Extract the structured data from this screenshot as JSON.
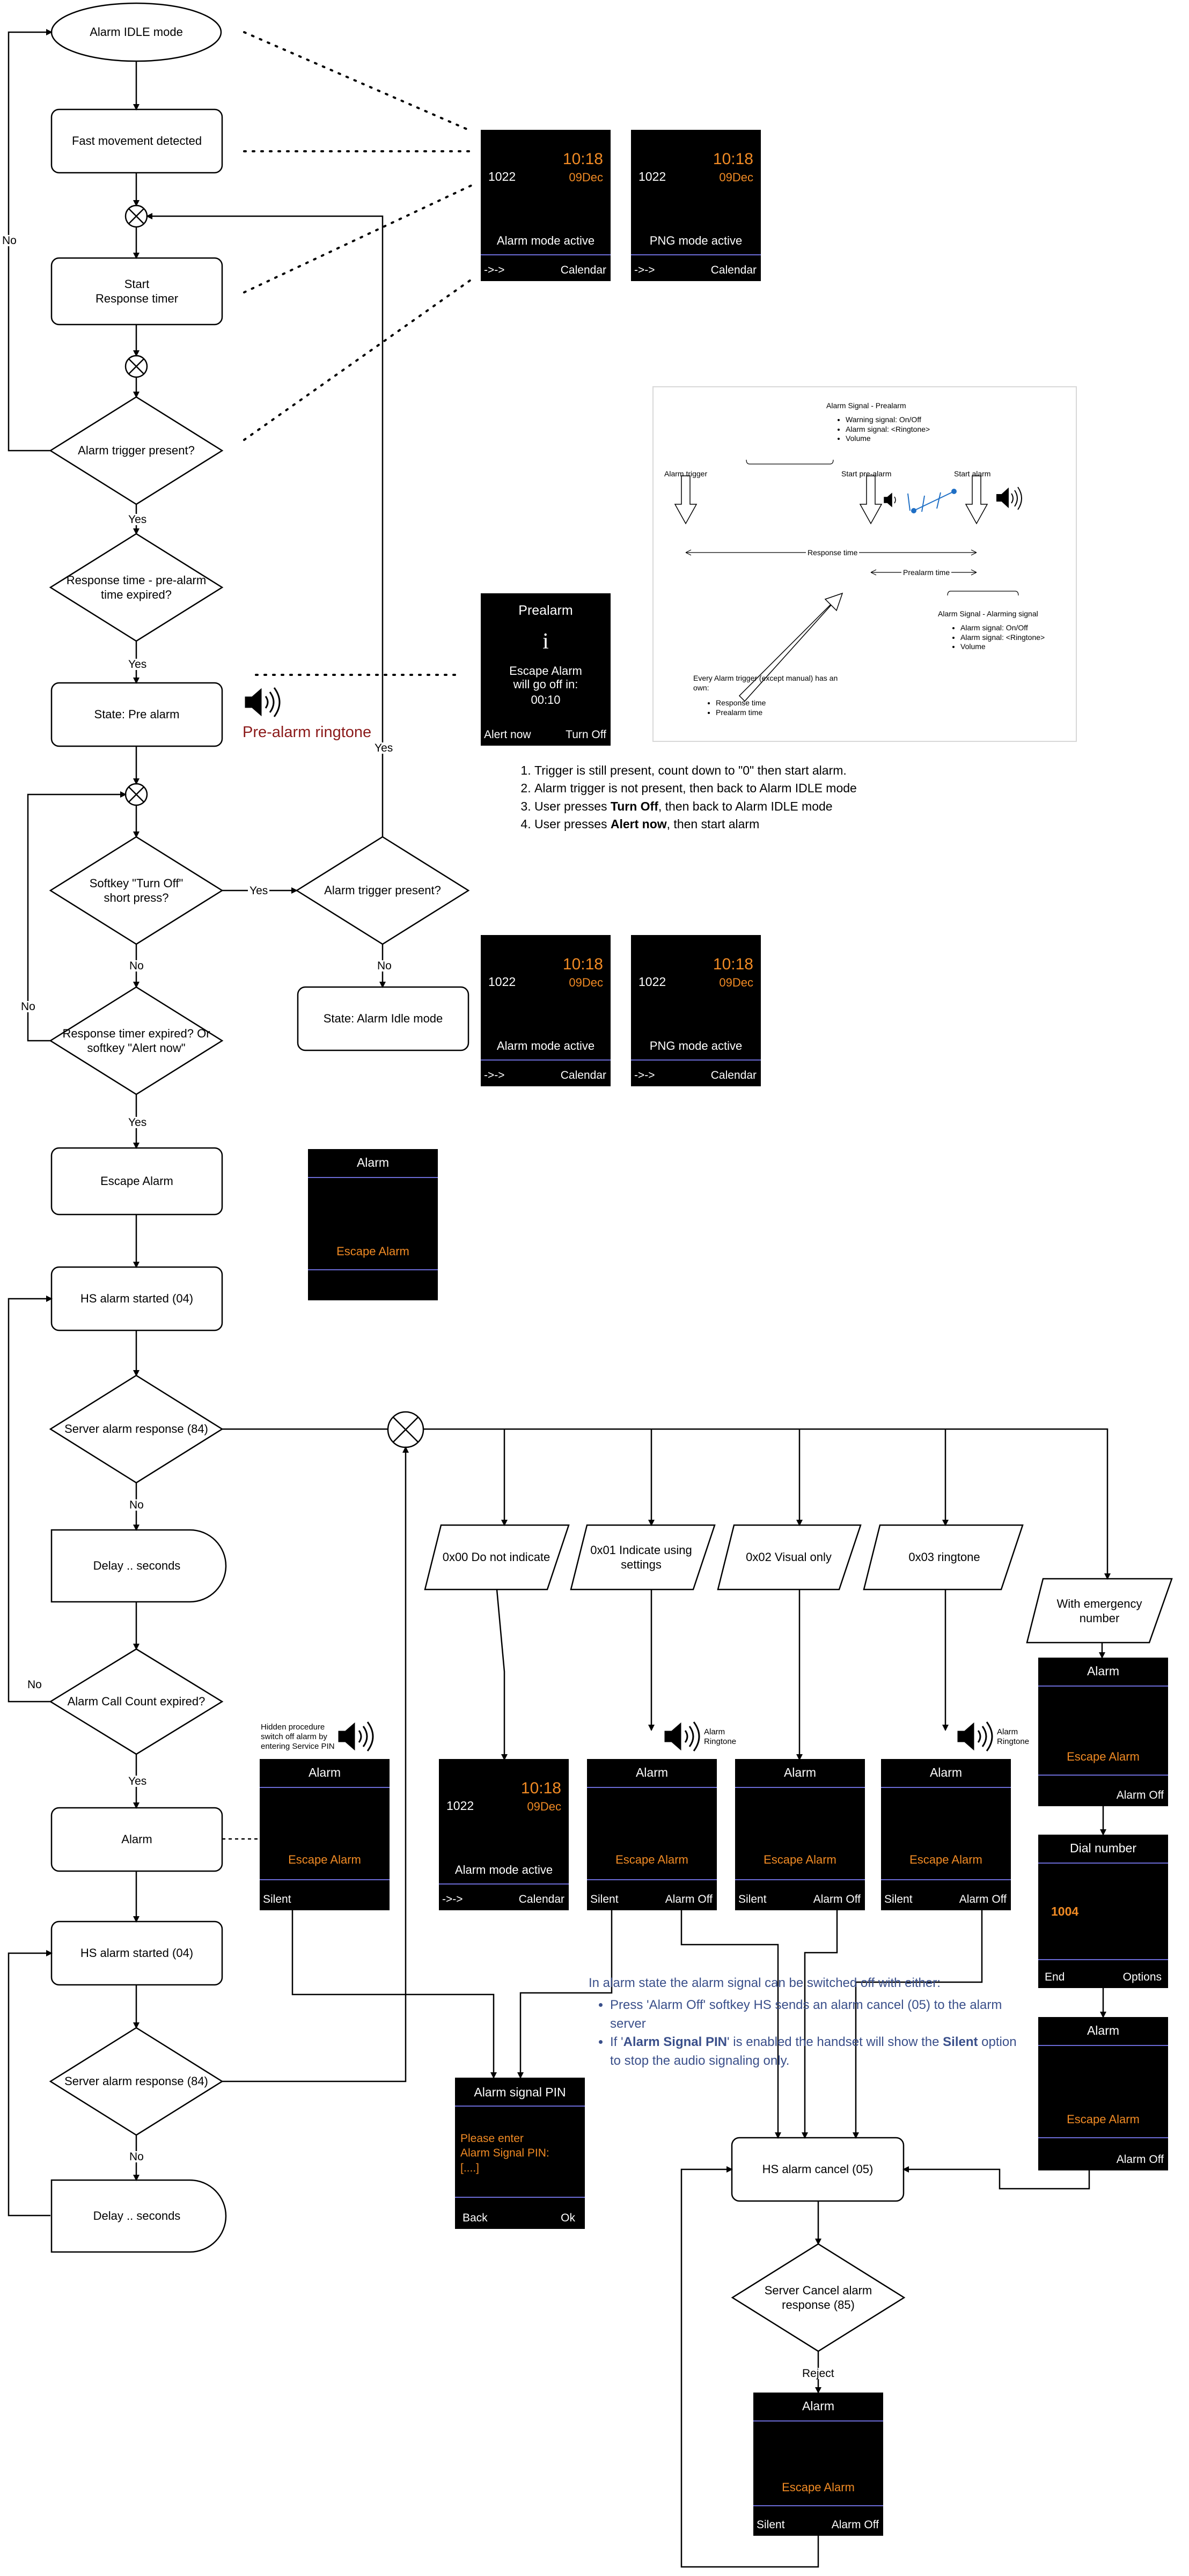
{
  "flow": {
    "idle": "Alarm IDLE mode",
    "fast_movement": "Fast movement detected",
    "start_timer": "Start\nResponse timer",
    "trigger_present": "Alarm trigger present?",
    "response_expired": "Response time - pre-alarm time expired?",
    "pre_alarm_state": "State: Pre alarm",
    "softkey_turn_off": "Softkey \"Turn Off\" short press?",
    "trigger_present_2": "Alarm trigger present?",
    "idle_state": "State: Alarm Idle mode",
    "timer_expired": "Response timer expired? Or softkey \"Alert now\"",
    "escape_alarm": "Escape Alarm",
    "hs_started_1": "HS alarm started (04)",
    "server_response_1": "Server alarm response (84)",
    "delay_1": "Delay .. seconds",
    "call_count": "Alarm Call Count expired?",
    "alarm": "Alarm",
    "hs_started_2": "HS alarm started (04)",
    "server_response_2": "Server alarm response (84)",
    "delay_2": "Delay .. seconds",
    "opt_00": "0x00 Do not indicate",
    "opt_01": "0x01 Indicate using settings",
    "opt_02": "0x02 Visual only",
    "opt_03": "0x03 ringtone",
    "opt_emergency": "With emergency number",
    "hs_cancel": "HS alarm cancel (05)",
    "server_cancel": "Server Cancel alarm response (85)"
  },
  "edge_labels": {
    "no": "No",
    "yes": "Yes",
    "reject": "Reject"
  },
  "pre_alarm_ringtone": "Pre-alarm ringtone",
  "alarm_ringtone_label": "Alarm Ringtone",
  "hidden_procedure": "Hidden procedure switch off alarm by entering Service PIN",
  "notes": {
    "items": [
      "Trigger is still present, count down to \"0\" then start alarm.",
      "Alarm trigger is not present, then back to Alarm IDLE mode",
      "User presses Turn Off, then back to Alarm IDLE mode",
      "User presses Alert now, then start alarm"
    ]
  },
  "blue_note": {
    "intro": "In alarm state the alarm signal can be switched off with either:",
    "bullet1": "Press 'Alarm Off' softkey HS sends an alarm cancel (05) to the alarm server",
    "bullet2_a": "If '",
    "bullet2_b": "Alarm Signal PIN",
    "bullet2_c": "' is enabled the handset will show the ",
    "bullet2_d": "Silent",
    "bullet2_e": " option to stop the audio signaling only."
  },
  "screens": {
    "time": "10:18",
    "date": "09Dec",
    "ext": "1022",
    "alarm_mode_active": "Alarm mode active",
    "png_mode_active": "PNG mode active",
    "arrow_key": "->->",
    "calendar": "Calendar",
    "prealarm_title": "Prealarm",
    "info_glyph": "i",
    "escape_will_go_off": "Escape Alarm\nwill go off in:",
    "countdown": "00:10",
    "alert_now": "Alert now",
    "turn_off": "Turn Off",
    "alarm_title": "Alarm",
    "escape_alarm": "Escape Alarm",
    "silent": "Silent",
    "alarm_off": "Alarm Off",
    "dial_number": "Dial number",
    "dial_value": "1004",
    "end": "End",
    "options": "Options",
    "pin_title": "Alarm signal PIN",
    "pin_prompt": "Please enter\nAlarm Signal PIN:\n[....]",
    "back": "Back",
    "ok": "Ok"
  },
  "inset": {
    "prealarm_signal": "Alarm Signal - Prealarm",
    "prealarm_items": [
      "Warning signal: On/Off",
      "Alarm signal: <Ringtone>",
      "Volume"
    ],
    "alarm_trigger": "Alarm trigger",
    "start_pre_alarm": "Start pre-alarm",
    "start_alarm": "Start alarm",
    "response_time": "Response time",
    "prealarm_time": "Prealarm time",
    "alarming_signal": "Alarm Signal - Alarming signal",
    "alarming_items": [
      "Alarm signal: On/Off",
      "Alarm signal: <Ringtone>",
      "Volume"
    ],
    "every_trigger": "Every Alarm trigger (except manual) has an own:",
    "every_items": [
      "Response time",
      "Prealarm time"
    ]
  },
  "colors": {
    "screen_bg": "#000000",
    "accent_orange": "#f08a24",
    "divider_blue": "#6b6bd6",
    "note_blue": "#3a4f8a",
    "ringtone_red": "#8b1a1a"
  }
}
